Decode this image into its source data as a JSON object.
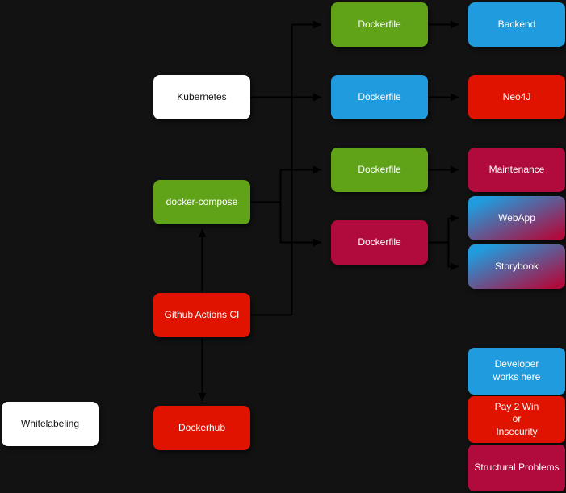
{
  "nodes": {
    "kubernetes": {
      "label": "Kubernetes"
    },
    "dockerCompose": {
      "label": "docker-compose"
    },
    "githubActionsCi": {
      "label": "Github Actions CI"
    },
    "dockerhub": {
      "label": "Dockerhub"
    },
    "whitelabeling": {
      "label": "Whitelabeling"
    },
    "dockerfileBackend": {
      "label": "Dockerfile"
    },
    "dockerfileNeo4j": {
      "label": "Dockerfile"
    },
    "dockerfileMaintenance": {
      "label": "Dockerfile"
    },
    "dockerfileWebapp": {
      "label": "Dockerfile"
    },
    "backend": {
      "label": "Backend"
    },
    "neo4j": {
      "label": "Neo4J"
    },
    "maintenance": {
      "label": "Maintenance"
    },
    "webapp": {
      "label": "WebApp"
    },
    "storybook": {
      "label": "Storybook"
    }
  },
  "legend": {
    "developer": {
      "label": "Developer\nworks here"
    },
    "pay2win": {
      "label": "Pay 2 Win\nor\nInsecurity"
    },
    "structural": {
      "label": "Structural Problems"
    }
  },
  "edges": [
    {
      "from": "Kubernetes",
      "to": "Dockerfile (Backend)"
    },
    {
      "from": "Kubernetes",
      "to": "Dockerfile (Neo4J)"
    },
    {
      "from": "docker-compose",
      "to": "Dockerfile (Maintenance)"
    },
    {
      "from": "docker-compose",
      "to": "Dockerfile (WebApp)"
    },
    {
      "from": "Github Actions CI",
      "to": "docker-compose"
    },
    {
      "from": "Github Actions CI",
      "to": "Dockerhub"
    },
    {
      "from": "Dockerfile (Backend)",
      "to": "Backend"
    },
    {
      "from": "Dockerfile (Neo4J)",
      "to": "Neo4J"
    },
    {
      "from": "Dockerfile (Maintenance)",
      "to": "Maintenance"
    },
    {
      "from": "Dockerfile (WebApp)",
      "to": "WebApp"
    },
    {
      "from": "Dockerfile (WebApp)",
      "to": "Storybook"
    }
  ],
  "colors": {
    "green": "#60a319",
    "blue": "#209cde",
    "red": "#e01200",
    "crimson": "#b00b3c",
    "white_node": "#ffffff",
    "background": "#121212",
    "connector": "#000000",
    "node_text": "#ffffff",
    "white_node_text": "#111111"
  }
}
